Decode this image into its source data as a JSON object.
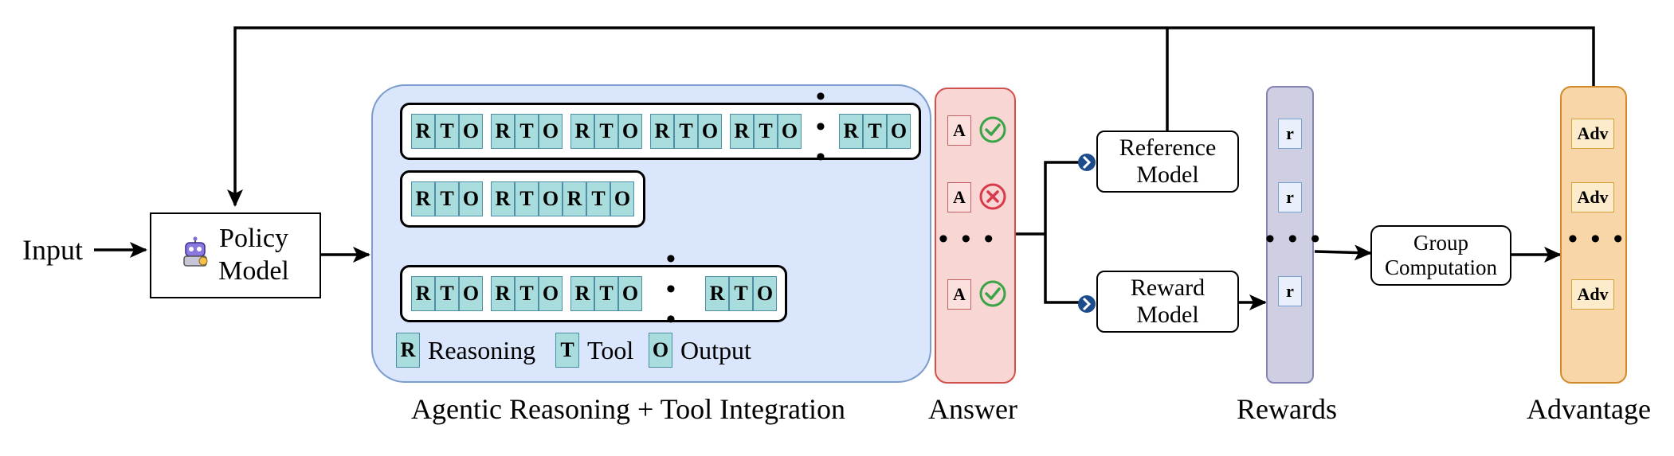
{
  "input_label": "Input",
  "policy_model": {
    "line1": "Policy",
    "line2": "Model",
    "icon": "robot-icon"
  },
  "sequences": {
    "token_letters": [
      "R",
      "T",
      "O"
    ],
    "ellipsis": "• • •",
    "row1_groups": 6,
    "row2_groups": 3,
    "row3_groups": 4
  },
  "legend": {
    "r_letter": "R",
    "r_label": "Reasoning",
    "t_letter": "T",
    "t_label": "Tool",
    "o_letter": "O",
    "o_label": "Output"
  },
  "agentic_label": "Agentic Reasoning + Tool Integration",
  "answer": {
    "label": "Answer",
    "letter": "A",
    "ellipsis": "• • •",
    "items": [
      {
        "status": "correct",
        "icon": "check-circle-icon"
      },
      {
        "status": "incorrect",
        "icon": "x-circle-icon"
      },
      {
        "status": "correct",
        "icon": "check-circle-icon"
      }
    ]
  },
  "reference_model": {
    "line1": "Reference",
    "line2": "Model"
  },
  "reward_model": {
    "line1": "Reward",
    "line2": "Model"
  },
  "rewards": {
    "label": "Rewards",
    "letter": "r",
    "ellipsis": "• • •"
  },
  "group_computation": {
    "line1": "Group",
    "line2": "Computation"
  },
  "advantage": {
    "label": "Advantage",
    "item": "Adv",
    "ellipsis": "• • •"
  },
  "colors": {
    "agentic_bg": "#dae6fb",
    "agentic_border": "#7b9ccd",
    "token_fill": "#a9dcdc",
    "token_border": "#4f8fa6",
    "answer_bg": "#f7d6d3",
    "answer_border": "#d0504b",
    "rewards_bg": "#cfcfe4",
    "rewards_border": "#8585b5",
    "advantage_bg": "#f8d6a8",
    "advantage_border": "#d08a2a",
    "check_green": "#3aa447",
    "cross_red": "#d93a4a",
    "connector_blue": "#1d4c8c"
  }
}
